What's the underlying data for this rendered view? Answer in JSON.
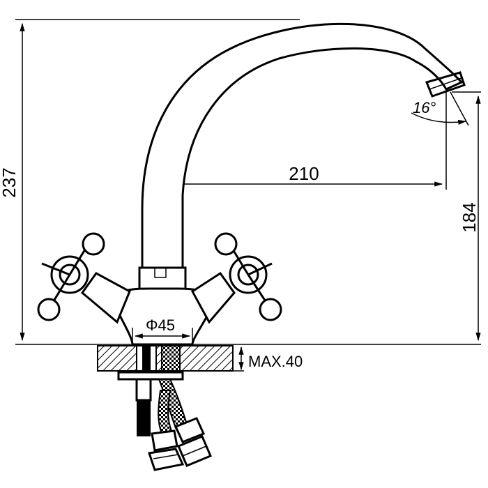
{
  "dimensions": {
    "total_height": "237",
    "reach": "210",
    "spout_height": "184",
    "base_diameter": "Φ45",
    "max_thickness": "MAX.40",
    "spout_angle": "16°"
  }
}
